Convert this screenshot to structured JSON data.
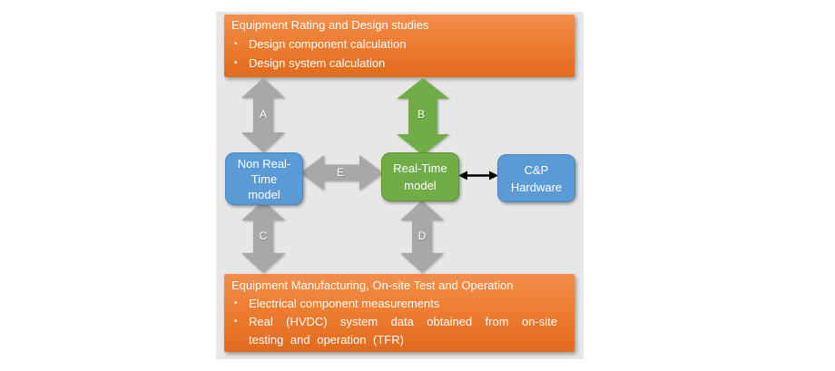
{
  "palette": {
    "orange": "#ED7D31",
    "orange_gradient_top": "#F28E4B",
    "orange_gradient_bottom": "#E16A1D",
    "blue": "#5B9BD5",
    "green": "#70AD47",
    "gray_arrow": "#A8A8A8",
    "black_arrow": "#000000",
    "panel_background": "#E8E7E7",
    "text": "#FFFFFF"
  },
  "glyphs": {
    "bullet": "•"
  },
  "top_box": {
    "title": "Equipment Rating and Design studies",
    "bullets": [
      "Design component calculation",
      "Design system calculation"
    ]
  },
  "bottom_box": {
    "title": "Equipment Manufacturing, On-site Test and Operation",
    "bullets": [
      "Electrical component measurements",
      "Real (HVDC) system data obtained from on-site testing and operation (TFR)"
    ]
  },
  "nodes": {
    "non_real_time": {
      "label": "Non Real-Time model"
    },
    "real_time": {
      "label": "Real-Time model"
    },
    "cp_hardware": {
      "label": "C&P Hardware"
    }
  },
  "arrows": {
    "a": {
      "label": "A"
    },
    "b": {
      "label": "B"
    },
    "c": {
      "label": "C"
    },
    "d": {
      "label": "D"
    },
    "e": {
      "label": "E"
    }
  }
}
